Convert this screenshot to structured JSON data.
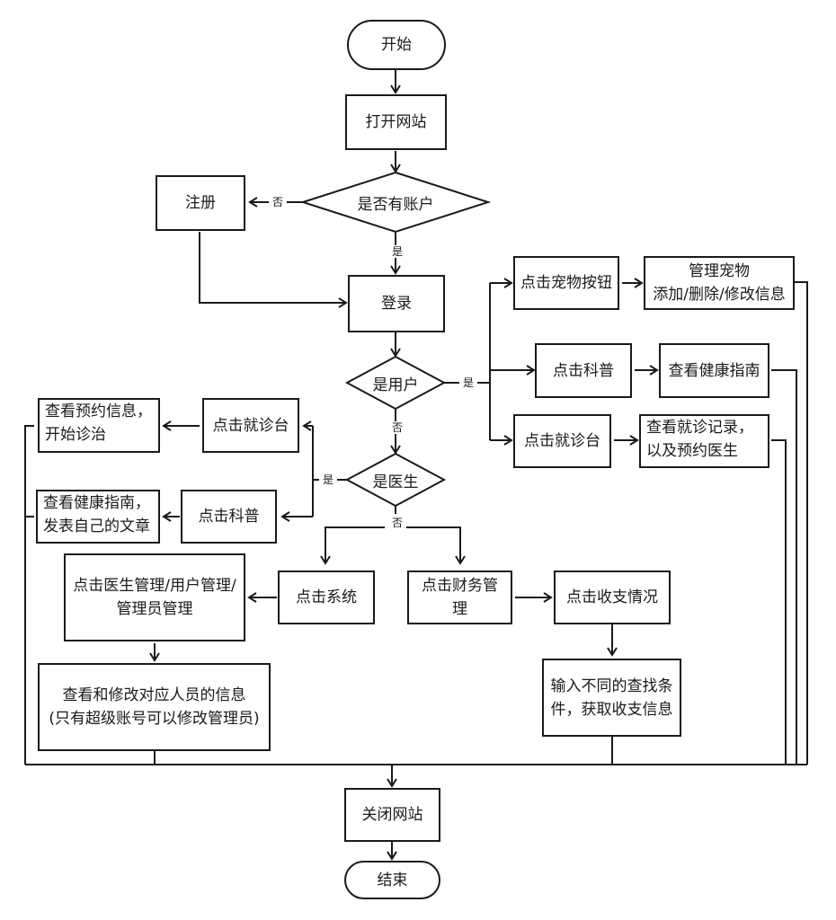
{
  "diagram": {
    "type": "flowchart",
    "nodes": {
      "start": "开始",
      "open_site": "打开网站",
      "has_account": "是否有账户",
      "register": "注册",
      "login": "登录",
      "is_user": "是用户",
      "click_pet_button": "点击宠物按钮",
      "manage_pet_line1": "管理宠物",
      "manage_pet_line2": "添加/删除/修改信息",
      "user_click_science": "点击科普",
      "user_view_health_guide": "查看健康指南",
      "user_click_clinic": "点击就诊台",
      "user_view_records_line1": "查看就诊记录，",
      "user_view_records_line2": "以及预约医生",
      "is_doctor": "是医生",
      "doctor_click_clinic": "点击就诊台",
      "doctor_view_appointments_line1": "查看预约信息，",
      "doctor_view_appointments_line2": "开始诊治",
      "doctor_click_science": "点击科普",
      "doctor_publish_line1": "查看健康指南，",
      "doctor_publish_line2": "发表自己的文章",
      "click_system": "点击系统",
      "admin_manage_line1": "点击医生管理/用户管理/",
      "admin_manage_line2": "管理员管理",
      "admin_edit_line1": "查看和修改对应人员的信息",
      "admin_edit_line2": "(只有超级账号可以修改管理员)",
      "click_finance": "点击财务管理",
      "click_income_expense": "点击收支情况",
      "finance_query_line1": "输入不同的查找条",
      "finance_query_line2": "件，获取收支信息",
      "close_site": "关闭网站",
      "end": "结束"
    },
    "edge_labels": {
      "yes": "是",
      "no": "否"
    },
    "edges": [
      [
        "start",
        "open_site",
        ""
      ],
      [
        "open_site",
        "has_account",
        ""
      ],
      [
        "has_account",
        "register",
        "否"
      ],
      [
        "has_account",
        "login",
        "是"
      ],
      [
        "register",
        "login",
        ""
      ],
      [
        "login",
        "is_user",
        ""
      ],
      [
        "is_user",
        "click_pet_button",
        "是"
      ],
      [
        "is_user",
        "user_click_science",
        "是"
      ],
      [
        "is_user",
        "user_click_clinic",
        "是"
      ],
      [
        "click_pet_button",
        "manage_pet",
        ""
      ],
      [
        "user_click_science",
        "user_view_health_guide",
        ""
      ],
      [
        "user_click_clinic",
        "user_view_records",
        ""
      ],
      [
        "is_user",
        "is_doctor",
        "否"
      ],
      [
        "is_doctor",
        "doctor_click_clinic",
        "是"
      ],
      [
        "is_doctor",
        "doctor_click_science",
        "是"
      ],
      [
        "doctor_click_clinic",
        "doctor_view_appointments",
        ""
      ],
      [
        "doctor_click_science",
        "doctor_publish",
        ""
      ],
      [
        "is_doctor",
        "click_system",
        "否"
      ],
      [
        "is_doctor",
        "click_finance",
        "否"
      ],
      [
        "click_system",
        "admin_manage",
        ""
      ],
      [
        "admin_manage",
        "admin_edit",
        ""
      ],
      [
        "click_finance",
        "click_income_expense",
        ""
      ],
      [
        "click_income_expense",
        "finance_query",
        ""
      ],
      [
        "all_leaf_nodes",
        "close_site",
        ""
      ],
      [
        "close_site",
        "end",
        ""
      ]
    ]
  }
}
